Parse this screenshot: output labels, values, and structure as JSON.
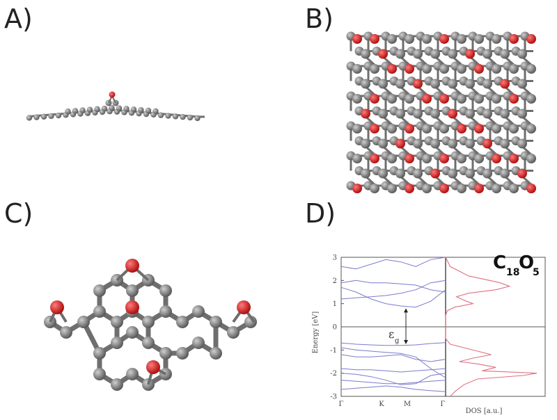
{
  "panels": {
    "a": "A)",
    "b": "B)",
    "c": "C)",
    "d": "D)"
  },
  "colors": {
    "carbon": "#808080",
    "oxygen": "#d0202a",
    "bands": "#7a7ad0",
    "dos": "#e07080"
  },
  "chart_data": {
    "type": "line",
    "ylabel": "Energy [eV]",
    "xlabel_left": "",
    "xlabel_right": "DOS [a.u.]",
    "ylim": [
      -3,
      3
    ],
    "yticks": [
      "-3",
      "-2",
      "-1",
      "0",
      "1",
      "2",
      "3"
    ],
    "kpoints": [
      "Γ",
      "K",
      "M",
      "Γ"
    ],
    "gap_label_main": "ε",
    "gap_label_sub": "g",
    "formula": {
      "C": "C",
      "c_sub": "18",
      "O": "O",
      "o_sub": "5"
    },
    "bands": [
      [
        2.6,
        2.5,
        2.7,
        2.9,
        2.8,
        2.6,
        2.9,
        3.0
      ],
      [
        1.9,
        2.0,
        1.9,
        1.9,
        1.85,
        1.8,
        1.6,
        1.5
      ],
      [
        1.7,
        1.5,
        1.2,
        1.0,
        0.9,
        0.85,
        1.1,
        1.6
      ],
      [
        1.2,
        1.25,
        1.3,
        1.35,
        1.45,
        1.6,
        1.9,
        2.0
      ],
      [
        -0.7,
        -0.75,
        -0.78,
        -0.8,
        -0.8,
        -0.78,
        -0.72,
        -0.68
      ],
      [
        -0.9,
        -1.0,
        -1.05,
        -1.1,
        -1.15,
        -1.3,
        -1.8,
        -2.2
      ],
      [
        -1.2,
        -1.3,
        -1.3,
        -1.25,
        -1.2,
        -1.4,
        -1.5,
        -1.4
      ],
      [
        -1.8,
        -1.85,
        -1.85,
        -1.9,
        -1.95,
        -1.9,
        -1.85,
        -1.8
      ],
      [
        -2.0,
        -2.05,
        -2.15,
        -2.3,
        -2.5,
        -2.45,
        -2.1,
        -2.0
      ],
      [
        -2.3,
        -2.35,
        -2.4,
        -2.45,
        -2.45,
        -2.4,
        -2.35,
        -2.3
      ],
      [
        -2.7,
        -2.65,
        -2.6,
        -2.55,
        -2.6,
        -2.7,
        -2.75,
        -2.8
      ]
    ],
    "dos": {
      "energy": [
        3.0,
        2.6,
        2.2,
        1.9,
        1.75,
        1.6,
        1.45,
        1.3,
        1.15,
        1.0,
        0.85,
        0.7,
        0.5,
        0.0,
        -0.5,
        -0.75,
        -0.9,
        -1.05,
        -1.2,
        -1.35,
        -1.5,
        -1.6,
        -1.75,
        -1.9,
        -2.0,
        -2.1,
        -2.25,
        -2.5,
        -2.8,
        -3.0
      ],
      "value": [
        0.0,
        0.05,
        0.25,
        0.6,
        0.7,
        0.55,
        0.25,
        0.12,
        0.2,
        0.3,
        0.1,
        0.02,
        0.0,
        0.0,
        0.0,
        0.05,
        0.2,
        0.35,
        0.5,
        0.3,
        0.15,
        0.35,
        0.55,
        0.4,
        1.0,
        0.85,
        0.35,
        0.2,
        0.1,
        0.05
      ]
    }
  }
}
